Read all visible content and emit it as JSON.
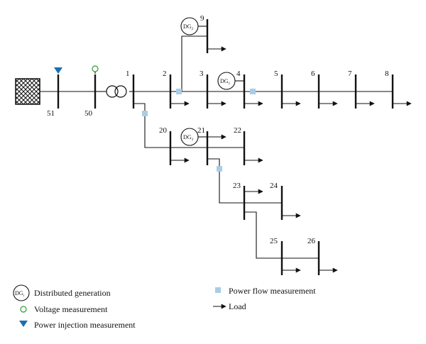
{
  "buses": {
    "b51": "51",
    "b50": "50",
    "b1": "1",
    "b2": "2",
    "b3": "3",
    "b4": "4",
    "b5": "5",
    "b6": "6",
    "b7": "7",
    "b8": "8",
    "b9": "9",
    "b20": "20",
    "b21": "21",
    "b22": "22",
    "b23": "23",
    "b24": "24",
    "b25": "25",
    "b26": "26"
  },
  "dg": {
    "dg_main": "DG",
    "dg1_sub": "1",
    "dg2_sub": "2",
    "dg3_sub": "3"
  },
  "legend": {
    "dg_icon_main": "DG",
    "dg_icon_sub": "i",
    "distributed_generation": "Distributed generation",
    "voltage_measurement": "Voltage measurement",
    "power_injection_measurement": "Power injection measurement",
    "power_flow_measurement": "Power flow measurement",
    "load": "Load"
  },
  "colors": {
    "power_flow_measurement": "#a9cde6",
    "voltage_measurement": "#2e9a2e",
    "power_injection_measurement": "#1a6fb0",
    "line": "#111111"
  }
}
